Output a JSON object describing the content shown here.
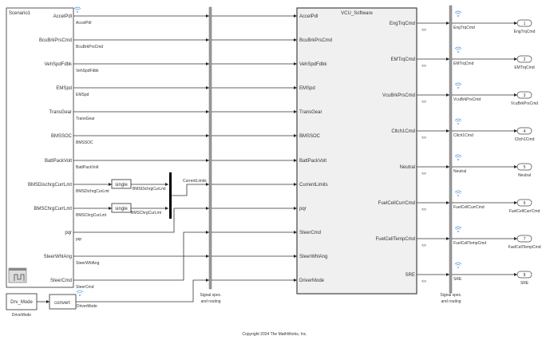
{
  "scenario": {
    "title": "Scenario1",
    "outputs": [
      "AccelPdl",
      "BcuBrkPrsCmd",
      "VehSpdFdbk",
      "EMSpd",
      "TransGear",
      "BMSSOC",
      "BattPackVolt",
      "BMSDischrgCurrLmt",
      "BMSChrgCurrLmt",
      "pqr",
      "SteerWhlAng",
      "SteerCmd"
    ],
    "signal_labels": [
      "AccelPdl",
      "BcuBrkPrsCmd",
      "VehSpdFdbk",
      "EMSpd",
      "TransGear",
      "BMSSOC",
      "BattPackVolt",
      "BMSDichrgCurLmt",
      "BMSChrgCurLmt",
      "pqr",
      "SteerWhlAng",
      "SteerCmd"
    ]
  },
  "conversion": {
    "single_label": "single",
    "dischrg_out_label": "BMSDichrgCurLmt",
    "chrg_out_label": "BMSChrgCurLmt",
    "mux_out_label": "CurrentLimits"
  },
  "drive_mode": {
    "block_label": "Drv_Mode",
    "block_name": "DriveMode",
    "convert_label": "convert",
    "signal_label": "DriverMode"
  },
  "routing_label": [
    "Signal spec.",
    "and routing"
  ],
  "vcu": {
    "title": "VCU_Software",
    "inputs": [
      "AccelPdl",
      "BcuBrkPrsCmd",
      "VehSpdFdbk",
      "EMSpd",
      "TransGear",
      "BMSSOC",
      "BattPackVolt",
      "CurrentLimits",
      "pqr",
      "SteerCmd",
      "SteerWhlAng",
      "DriverMode"
    ],
    "outputs": [
      "EngTrqCmd",
      "EMTrqCmd",
      "VcuBrkPrsCmd",
      "Cltch1Cmd",
      "Neutral",
      "FuelCellCurrCmd",
      "FuelCellTempCmd",
      "SRE"
    ],
    "bus_marker": "<>"
  },
  "outports": [
    {
      "number": "1",
      "name": "EngTrqCmd"
    },
    {
      "number": "2",
      "name": "EMTrqCmd"
    },
    {
      "number": "3",
      "name": "VcuBrkPrsCmd"
    },
    {
      "number": "4",
      "name": "Cltch1Cmd"
    },
    {
      "number": "5",
      "name": "Neutral"
    },
    {
      "number": "6",
      "name": "FuelCellCurrCmd"
    },
    {
      "number": "7",
      "name": "FuelCellTempCmd"
    },
    {
      "number": "8",
      "name": "SRE"
    }
  ],
  "copyright": "Copyright 2024 The MathWorks, Inc.",
  "colors": {
    "wire": "#333333",
    "bus": "#999999",
    "signal_icon": "#4a90d9",
    "vcu_fill": "#f0f0f0"
  }
}
